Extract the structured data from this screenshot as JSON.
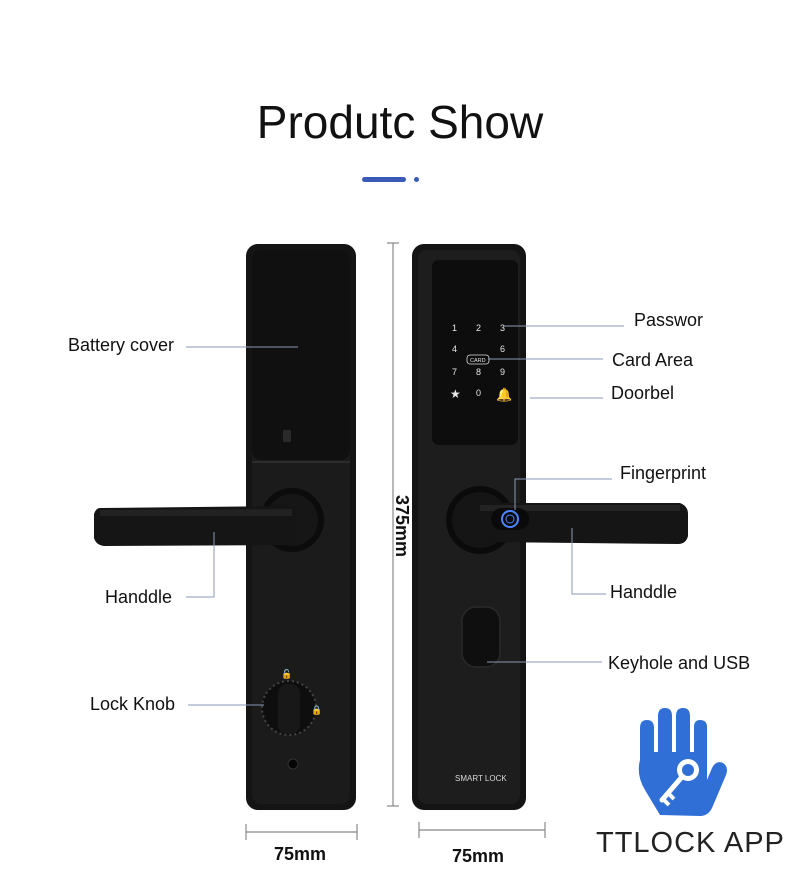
{
  "title": "Produtc Show",
  "labels": {
    "battery_cover": "Battery cover",
    "handdle_left": "Handdle",
    "lock_knob": "Lock Knob",
    "passwor": "Passwor",
    "card_area": "Card Area",
    "doorbel": "Doorbel",
    "fingerprint": "Fingerprint",
    "handdle_right": "Handdle",
    "keyhole_usb": "Keyhole and USB"
  },
  "dimensions": {
    "height": "375mm",
    "width_left": "75mm",
    "width_right": "75mm"
  },
  "keypad": {
    "keys": [
      "1",
      "2",
      "3",
      "4",
      "CARD",
      "6",
      "7",
      "8",
      "9",
      "★",
      "0",
      "bell"
    ]
  },
  "device_text": {
    "brand": "SMART LOCK"
  },
  "logo": {
    "text": "TTLOCK APP",
    "icon": "hand-key-icon",
    "color": "#2f6fd6"
  },
  "colors": {
    "accent": "#3a5bb5",
    "lock_body": "#121212",
    "leader_line": "#8a9ab8"
  }
}
